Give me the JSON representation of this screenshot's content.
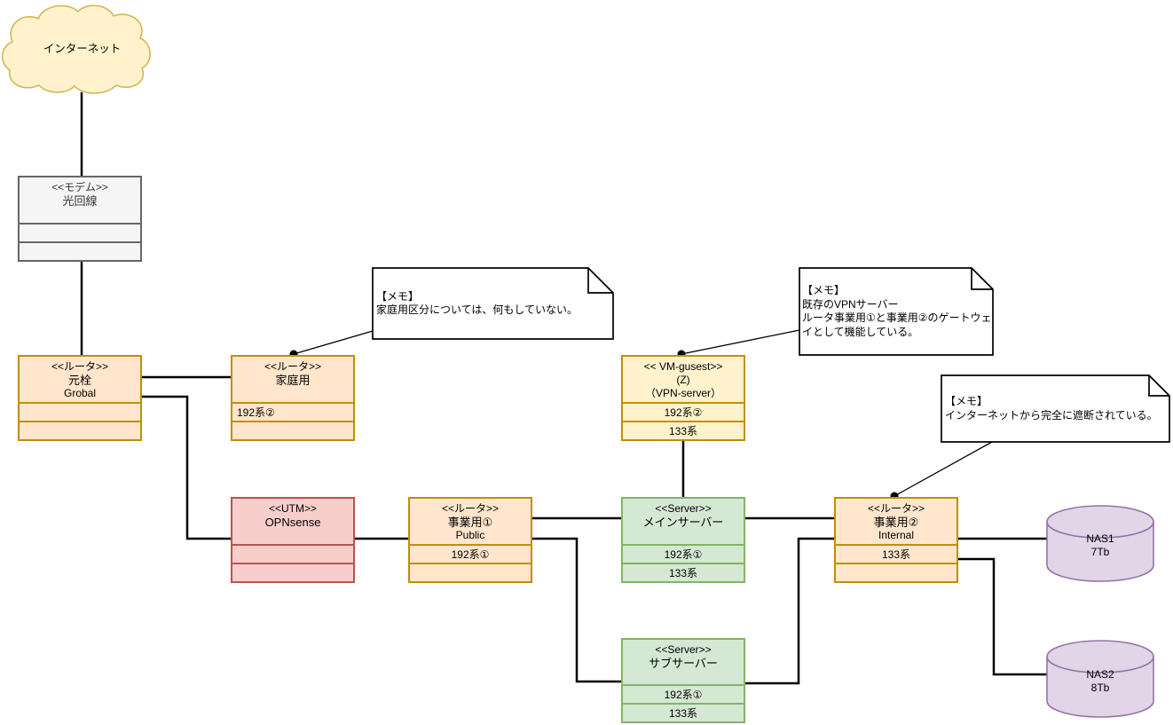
{
  "diagram": {
    "cloud": {
      "label": "インターネット"
    },
    "nodes": {
      "modem": {
        "stereotype": "<<モデム>>",
        "name": "光回線",
        "rows": [
          "",
          ""
        ]
      },
      "root_router": {
        "stereotype": "<<ルータ>>",
        "name": "元栓",
        "subname": "Grobal",
        "rows": [
          "",
          ""
        ]
      },
      "home_router": {
        "stereotype": "<<ルータ>>",
        "name": "家庭用",
        "rows": [
          "192系②",
          ""
        ]
      },
      "vm_guest": {
        "stereotype": "<< VM-gusest>>",
        "name": "(Z)",
        "subname": "（VPN-server）",
        "rows": [
          "192系②",
          "133系"
        ]
      },
      "utm": {
        "stereotype": "<<UTM>>",
        "name": "OPNsense",
        "rows": [
          "",
          ""
        ]
      },
      "biz_router_1": {
        "stereotype": "<<ルータ>>",
        "name": "事業用①",
        "subname": "Public",
        "rows": [
          "192系①",
          ""
        ]
      },
      "main_server": {
        "stereotype": "<<Server>>",
        "name": "メインサーバー",
        "rows": [
          "192系①",
          "133系"
        ]
      },
      "biz_router_2": {
        "stereotype": "<<ルータ>>",
        "name": "事業用②",
        "subname": "Internal",
        "rows": [
          "133系",
          ""
        ]
      },
      "sub_server": {
        "stereotype": "<<Server>>",
        "name": "サブサーバー",
        "rows": [
          "192系①",
          "133系"
        ]
      }
    },
    "storage": {
      "nas1": {
        "name": "NAS1",
        "capacity": "7Tb"
      },
      "nas2": {
        "name": "NAS2",
        "capacity": "8Tb"
      }
    },
    "memos": {
      "memo1": {
        "title": "【メモ】",
        "body": "家庭用区分については、何もしていない。"
      },
      "memo2": {
        "title": "【メモ】",
        "body": "既存のVPNサーバー\nルータ事業用①と事業用②のゲートウェ\nイとして機能している。"
      },
      "memo3": {
        "title": "【メモ】",
        "body": "インターネットから完全に遮断されている。"
      }
    },
    "colors": {
      "router_fill": "#ffe6cc",
      "router_stroke": "#bf9000",
      "vm_fill": "#fff2cc",
      "cloud_fill": "#fff2cc",
      "cloud_stroke": "#d6b656",
      "utm_fill": "#f8cecc",
      "utm_stroke": "#b85450",
      "server_fill": "#d5e8d4",
      "server_stroke": "#82b366",
      "nas_fill": "#e1d5e7",
      "nas_stroke": "#9673a6",
      "modem_fill": "#f5f5f5",
      "modem_stroke": "#666666",
      "edge": "#000000",
      "memo_fill": "#ffffff"
    }
  }
}
